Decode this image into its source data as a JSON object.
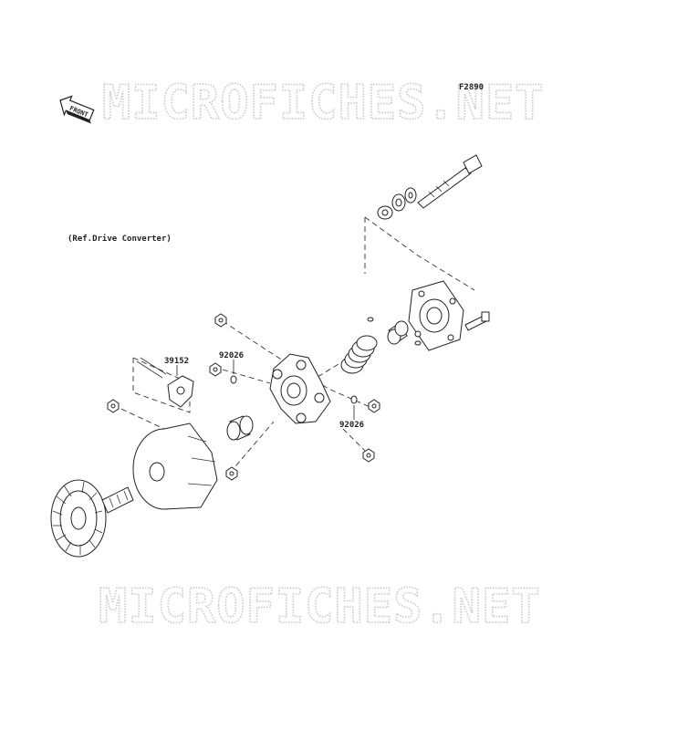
{
  "figure_code": "F2890",
  "reference_note": "(Ref.Drive Converter)",
  "front_badge": "FRONT",
  "watermark_top": "MICROFICHES.NET",
  "watermark_bottom": "MICROFICHES.NET",
  "part_labels": {
    "part_39152": "39152",
    "part_92026_upper": "92026",
    "part_92026_lower": "92026"
  }
}
